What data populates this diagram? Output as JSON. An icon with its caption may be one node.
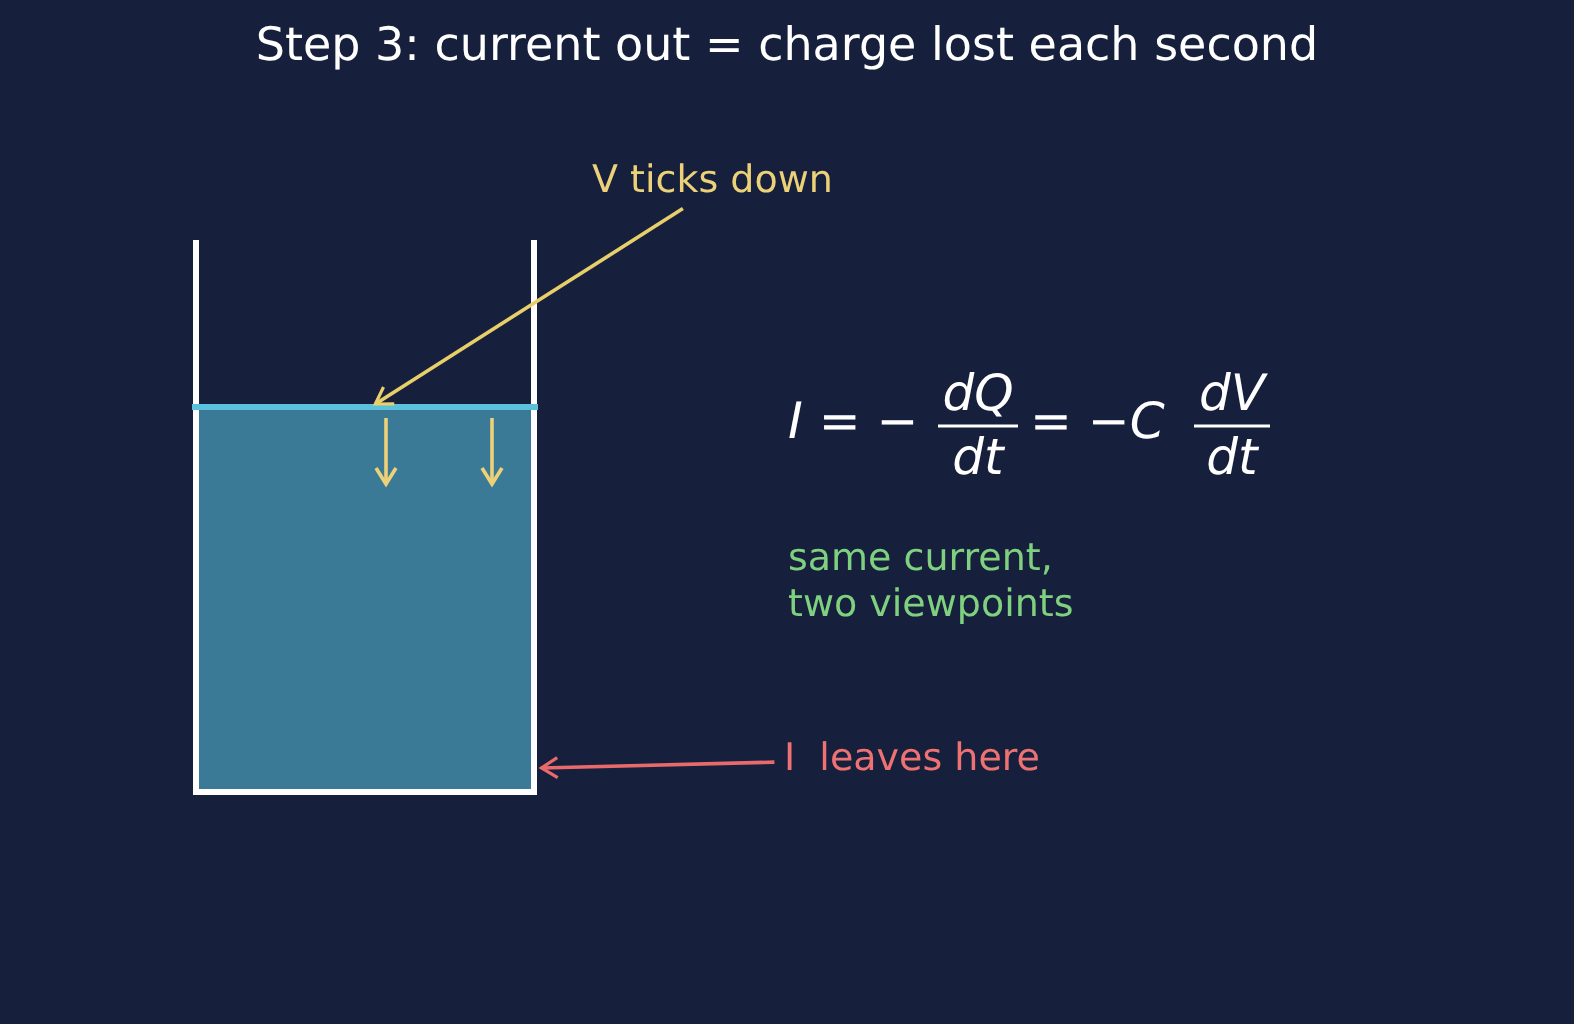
{
  "diagram": {
    "title": "Step 3: current out = charge lost each second",
    "nodes": [
      {
        "text": [
          "V ticks down"
        ]
      },
      {
        "text": [],
        "shape": "box"
      },
      {
        "text": [],
        "shape": "bar",
        "in": 1
      },
      {
        "text": [
          "I  leaves here"
        ]
      }
    ],
    "edges": [
      {
        "from": 0,
        "to": 2,
        "arrow": "to",
        "color": "#e8cf6a"
      },
      {
        "from": 3,
        "to": 1,
        "arrow": "to",
        "color": "#e86a6a"
      }
    ],
    "labels": [
      "I = −",
      "dQ",
      "dt",
      "= −C",
      "dV",
      "dt",
      "same current, two viewpoints"
    ]
  }
}
